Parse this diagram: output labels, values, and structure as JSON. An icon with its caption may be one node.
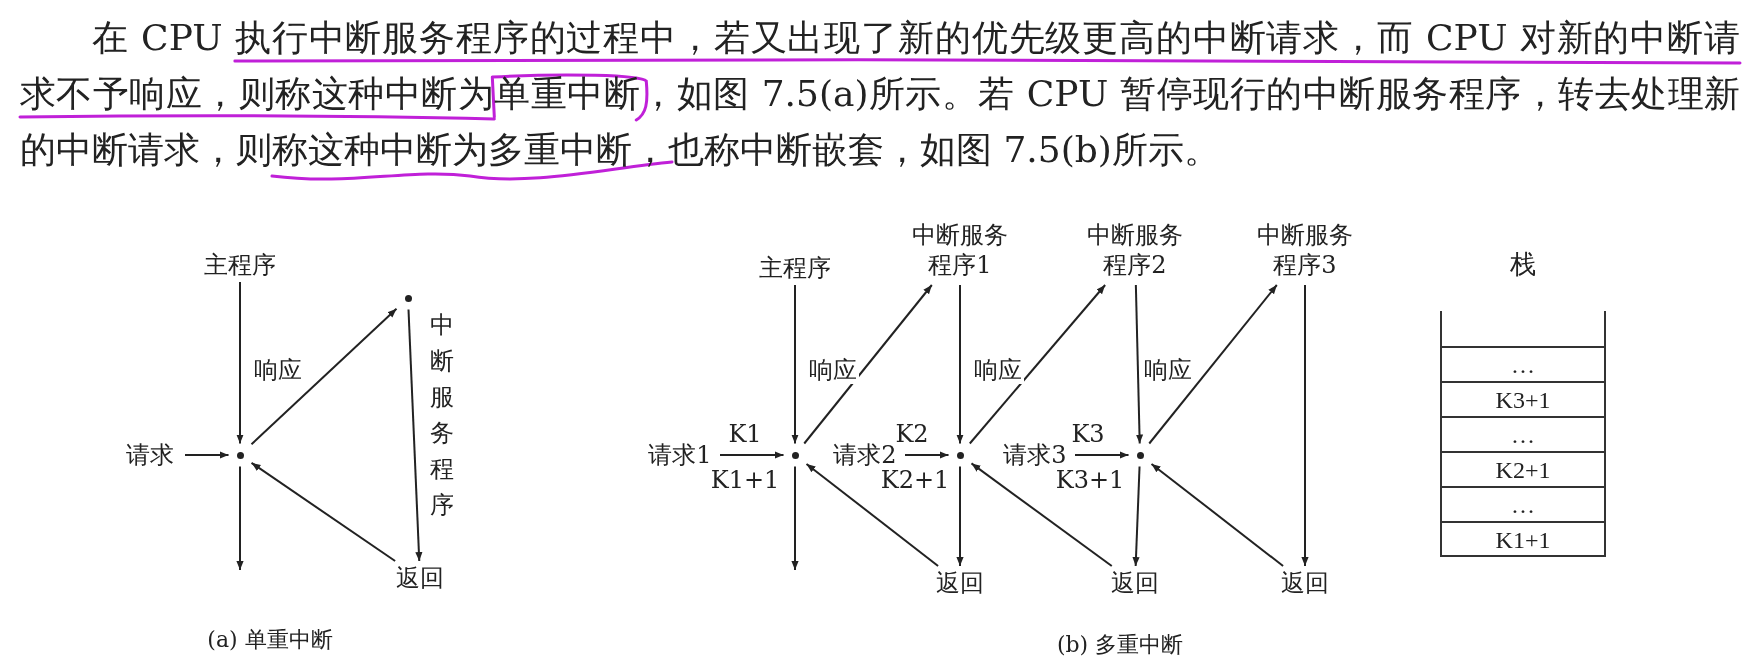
{
  "diagram": {
    "nodes": [
      {
        "text": [
          "主程序"
        ]
      },
      {
        "text": [
          "请求"
        ]
      },
      {
        "text": [],
        "shape": "point"
      },
      {
        "text": [],
        "shape": "point"
      },
      {
        "text": [
          "返回"
        ]
      },
      {
        "text": [
          "主程序"
        ]
      },
      {
        "text": [
          "中断服务程序1"
        ]
      },
      {
        "text": [
          "中断服务程序2"
        ]
      },
      {
        "text": [
          "中断服务程序3"
        ]
      },
      {
        "text": [
          "请求1"
        ]
      },
      {
        "text": [],
        "shape": "point"
      },
      {
        "text": [
          "请求2"
        ]
      },
      {
        "text": [],
        "shape": "point"
      },
      {
        "text": [
          "请求3"
        ]
      },
      {
        "text": [],
        "shape": "point"
      },
      {
        "text": [
          "返回"
        ]
      },
      {
        "text": [
          "返回"
        ]
      },
      {
        "text": [
          "返回"
        ]
      },
      {
        "text": [
          "栈"
        ]
      },
      {
        "text": [
          "…"
        ],
        "in": 18
      },
      {
        "text": [
          "K3+1"
        ],
        "in": 18
      },
      {
        "text": [
          "…"
        ],
        "in": 18
      },
      {
        "text": [
          "K2+1"
        ],
        "in": 18
      },
      {
        "text": [
          "…"
        ],
        "in": 18
      },
      {
        "text": [
          "K1+1"
        ],
        "in": 18
      }
    ],
    "edges": [
      {
        "from": 0,
        "to": 2,
        "arrow": "to"
      },
      {
        "from": 1,
        "to": 2,
        "arrow": "to"
      },
      {
        "from": 2,
        "to": 3,
        "arrow": "to",
        "label": "响应"
      },
      {
        "from": 3,
        "to": 4,
        "arrow": "to",
        "label": "中断服务程序"
      },
      {
        "from": 4,
        "to": 2,
        "arrow": "to"
      },
      {
        "from": 2,
        "to": null,
        "arrow": "to"
      },
      {
        "from": 5,
        "to": 10,
        "arrow": "to"
      },
      {
        "from": 9,
        "to": 10,
        "arrow": "to",
        "label": "K1"
      },
      {
        "from": 10,
        "to": 6,
        "arrow": "to",
        "label": "响应"
      },
      {
        "from": 10,
        "to": null,
        "arrow": "to"
      },
      {
        "from": 15,
        "to": 10,
        "arrow": "to"
      },
      {
        "from": 6,
        "to": 12,
        "arrow": "to"
      },
      {
        "from": 11,
        "to": 12,
        "arrow": "to",
        "label": "K2"
      },
      {
        "from": 12,
        "to": 7,
        "arrow": "to",
        "label": "响应"
      },
      {
        "from": 12,
        "to": 15,
        "arrow": "to"
      },
      {
        "from": 16,
        "to": 12,
        "arrow": "to"
      },
      {
        "from": 7,
        "to": 14,
        "arrow": "to"
      },
      {
        "from": 13,
        "to": 14,
        "arrow": "to",
        "label": "K3"
      },
      {
        "from": 14,
        "to": 8,
        "arrow": "to",
        "label": "响应"
      },
      {
        "from": 14,
        "to": 16,
        "arrow": "to"
      },
      {
        "from": 17,
        "to": 14,
        "arrow": "to"
      },
      {
        "from": 8,
        "to": 17,
        "arrow": "to"
      }
    ],
    "labels": [
      "在 CPU 执行中断服务程序的过程中，若又出现了新的优先级更高的中断请求，而 CPU 对新的中断请求不予响应，则称这种中断为单重中断，如图 7.5(a)所示。若 CPU 暂停现行的中断服务程序，转去处理新的中断请求，则称这种中断为多重中断，也称中断嵌套，如图 7.5(b)所示。",
      "K1+1",
      "K2+1",
      "K3+1",
      "(a) 单重中断",
      "(b) 多重中断"
    ]
  }
}
